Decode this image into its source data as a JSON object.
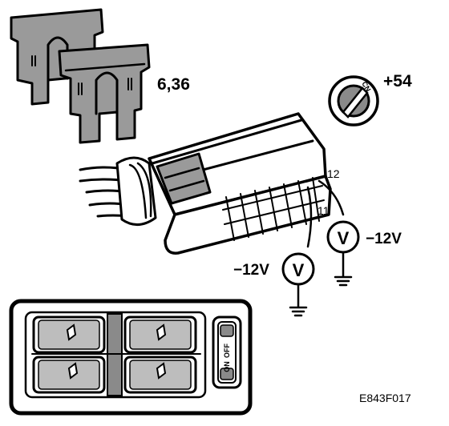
{
  "fuse": {
    "rating_label": "6,36"
  },
  "ignition": {
    "terminal_label": "+54",
    "switch_letters": "CN"
  },
  "connector": {
    "pin_a": "12",
    "pin_b": "11"
  },
  "voltmeters": [
    {
      "symbol": "V",
      "reading": "−12V"
    },
    {
      "symbol": "V",
      "reading": "−12V"
    }
  ],
  "switch_panel": {
    "off_label": "OFF",
    "on_label": "ON"
  },
  "figure": {
    "code": "E843F017"
  }
}
